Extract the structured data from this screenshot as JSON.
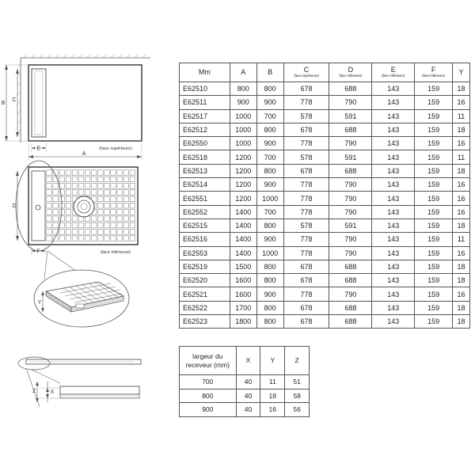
{
  "drawings": {
    "top_view": {
      "caption": "(face supérieure)",
      "dim_b": "B",
      "dim_c": "C",
      "dim_e": "E",
      "dim_a": "A"
    },
    "bottom_view": {
      "caption": "(face inférieure)",
      "dim_d": "D",
      "dim_f": "F"
    },
    "detail_view": {
      "dim_y": "Y"
    },
    "section_view": {
      "dim_z": "Z",
      "dim_x": "X"
    }
  },
  "main_table": {
    "headers": [
      {
        "label": "Mm",
        "sub": ""
      },
      {
        "label": "A",
        "sub": ""
      },
      {
        "label": "B",
        "sub": ""
      },
      {
        "label": "C",
        "sub": "(face supérieure)"
      },
      {
        "label": "D",
        "sub": "(face inférieure)"
      },
      {
        "label": "E",
        "sub": "(face inférieure)"
      },
      {
        "label": "F",
        "sub": "(face inférieure)"
      },
      {
        "label": "Y",
        "sub": ""
      }
    ],
    "rows": [
      [
        "E62510",
        "800",
        "800",
        "678",
        "688",
        "143",
        "159",
        "18"
      ],
      [
        "E62511",
        "900",
        "900",
        "778",
        "790",
        "143",
        "159",
        "16"
      ],
      [
        "E62517",
        "1000",
        "700",
        "578",
        "591",
        "143",
        "159",
        "11"
      ],
      [
        "E62512",
        "1000",
        "800",
        "678",
        "688",
        "143",
        "159",
        "18"
      ],
      [
        "E62550",
        "1000",
        "900",
        "778",
        "790",
        "143",
        "159",
        "16"
      ],
      [
        "E62518",
        "1200",
        "700",
        "578",
        "591",
        "143",
        "159",
        "11"
      ],
      [
        "E62513",
        "1200",
        "800",
        "678",
        "688",
        "143",
        "159",
        "18"
      ],
      [
        "E62514",
        "1200",
        "900",
        "778",
        "790",
        "143",
        "159",
        "16"
      ],
      [
        "E62551",
        "1200",
        "1000",
        "778",
        "790",
        "143",
        "159",
        "16"
      ],
      [
        "E62552",
        "1400",
        "700",
        "778",
        "790",
        "143",
        "159",
        "16"
      ],
      [
        "E62515",
        "1400",
        "800",
        "578",
        "591",
        "143",
        "159",
        "18"
      ],
      [
        "E62516",
        "1400",
        "900",
        "778",
        "790",
        "143",
        "159",
        "11"
      ],
      [
        "E62553",
        "1400",
        "1000",
        "778",
        "790",
        "143",
        "159",
        "16"
      ],
      [
        "E62519",
        "1500",
        "800",
        "678",
        "688",
        "143",
        "159",
        "18"
      ],
      [
        "E62520",
        "1600",
        "800",
        "678",
        "688",
        "143",
        "159",
        "18"
      ],
      [
        "E62521",
        "1600",
        "900",
        "778",
        "790",
        "143",
        "159",
        "16"
      ],
      [
        "E62522",
        "1700",
        "800",
        "678",
        "688",
        "143",
        "159",
        "18"
      ],
      [
        "E62523",
        "1800",
        "800",
        "678",
        "688",
        "143",
        "159",
        "18"
      ]
    ]
  },
  "small_table": {
    "headers": [
      "largeur du receveur (mm)",
      "X",
      "Y",
      "Z"
    ],
    "rows": [
      [
        "700",
        "40",
        "11",
        "51"
      ],
      [
        "800",
        "40",
        "18",
        "58"
      ],
      [
        "900",
        "40",
        "16",
        "56"
      ]
    ]
  }
}
